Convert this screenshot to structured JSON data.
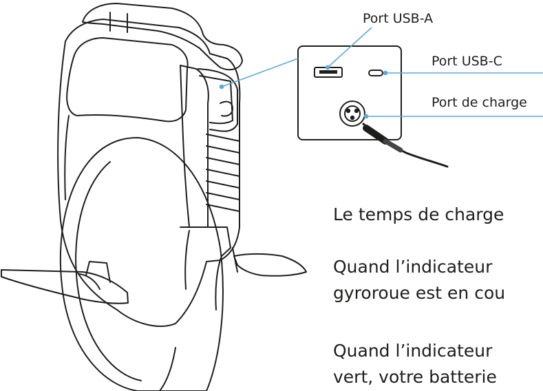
{
  "callouts": {
    "usb_a": "Port USB-A",
    "usb_c": "Port USB-C",
    "charge": "Port de charge"
  },
  "text": {
    "line1": "Le temps de charge",
    "line2": "Quand l’indicateur",
    "line3": "gyroroue est en cou",
    "line4": "Quand l’indicateur",
    "line5": "vert, votre batterie"
  },
  "colors": {
    "leader": "#5aa9d6",
    "ink": "#1d1d1b"
  }
}
